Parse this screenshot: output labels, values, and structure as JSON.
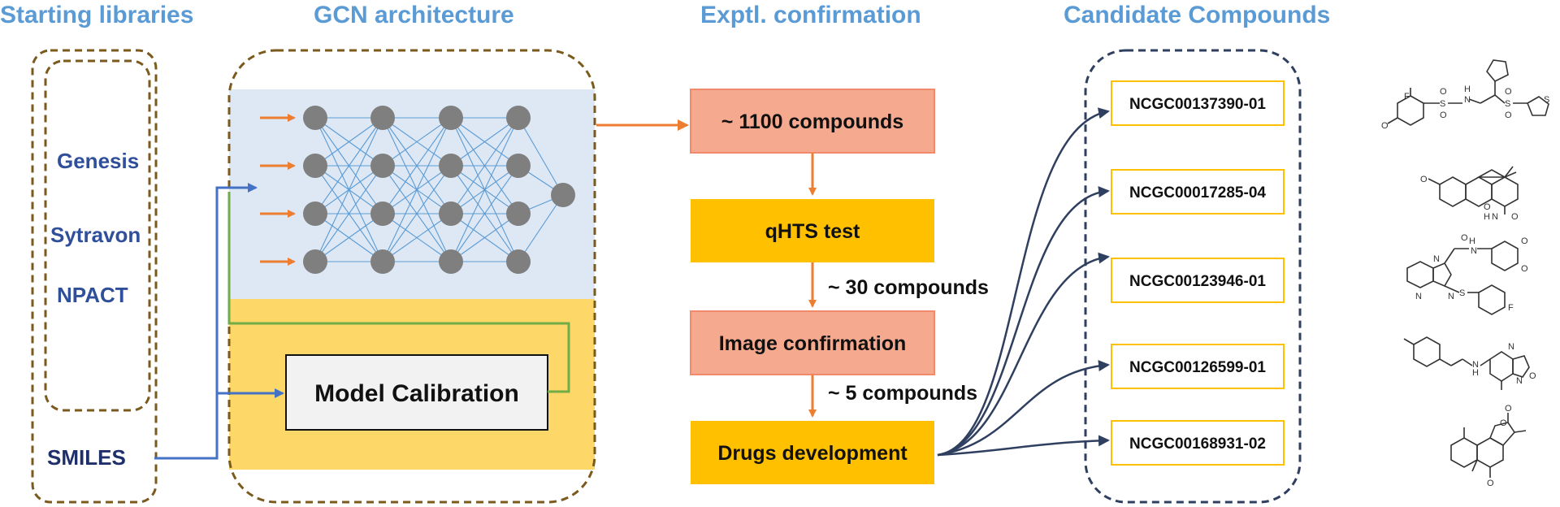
{
  "headers": {
    "starting_libraries": "Starting libraries",
    "gcn_architecture": "GCN architecture",
    "exptl_confirmation": "Exptl. confirmation",
    "candidate_compounds": "Candidate Compounds"
  },
  "libraries": [
    "Genesis",
    "Sytravon",
    "NPACT"
  ],
  "smiles_label": "SMILES",
  "model_calibration": "Model Calibration",
  "network": {
    "layers": [
      4,
      4,
      4,
      4,
      1
    ],
    "input_arrows": 4
  },
  "pipeline": {
    "steps": [
      "~ 1100 compounds",
      "qHTS test",
      "Image confirmation",
      "Drugs development"
    ],
    "counts": [
      "~ 30 compounds",
      "~ 5 compounds"
    ]
  },
  "candidates": [
    "NCGC00137390-01",
    "NCGC00017285-04",
    "NCGC00123946-01",
    "NCGC00126599-01",
    "NCGC00168931-02"
  ],
  "structure_atom_labels": {
    "mol1": [
      "F",
      "O",
      "S",
      "H",
      "N",
      "O",
      "S",
      "O",
      "O",
      "O",
      "S"
    ],
    "mol2": [
      "O",
      "O",
      "H",
      "N",
      "O"
    ],
    "mol3": [
      "N",
      "N",
      "O",
      "H",
      "N",
      "O",
      "O",
      "N",
      "S",
      "F"
    ],
    "mol4": [
      "N",
      "H",
      "N",
      "N",
      "O"
    ],
    "mol5": [
      "O",
      "O",
      "O"
    ]
  },
  "colors": {
    "header_blue": "#5b9bd5",
    "library_text": "#2f4f9a",
    "library_border": "#7b5a1e",
    "gcn_top_fill": "#dde8f4",
    "gcn_bottom_fill": "#fdd768",
    "node_gray": "#7f7f7f",
    "salmon_box": "#f5a98e",
    "gold_box": "#ffc000",
    "orange_arrow": "#ed7d31",
    "green_loop": "#70ad47",
    "navy_arrow": "#2f3f5f",
    "candidate_border": "#ffc000"
  }
}
